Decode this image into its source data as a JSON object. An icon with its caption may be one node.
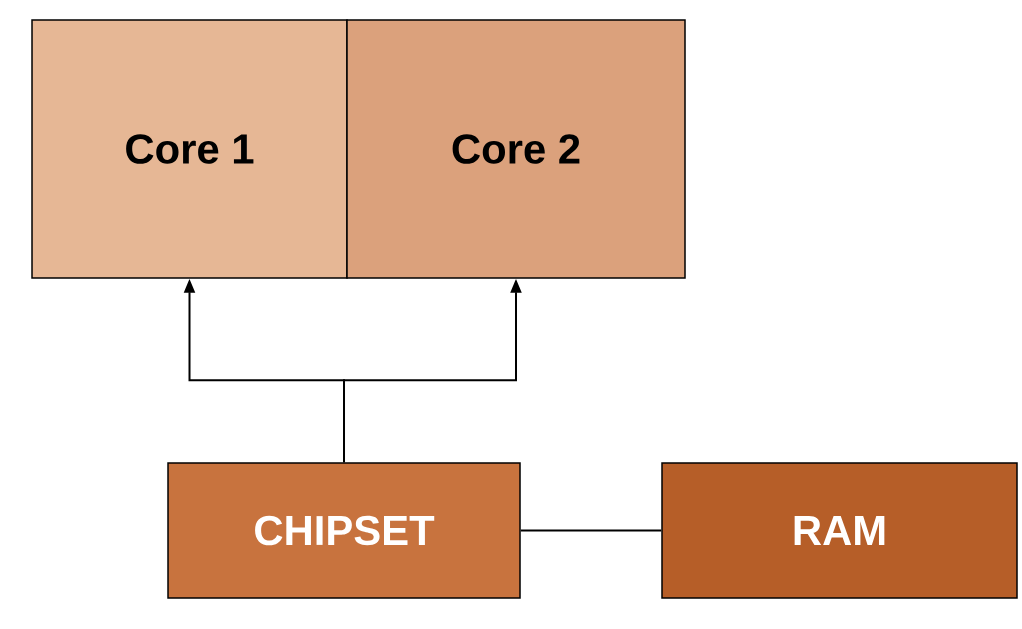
{
  "diagram": {
    "nodes": [
      {
        "text": [
          "Core 1"
        ]
      },
      {
        "text": [
          "Core 2"
        ]
      },
      {
        "text": [
          "CHIPSET"
        ]
      },
      {
        "text": [
          "RAM"
        ]
      }
    ],
    "edges": [
      {
        "from": 2,
        "to": 0,
        "arrow": "to"
      },
      {
        "from": 2,
        "to": 1,
        "arrow": "to"
      },
      {
        "from": 2,
        "to": 3,
        "arrow": "none"
      }
    ]
  }
}
